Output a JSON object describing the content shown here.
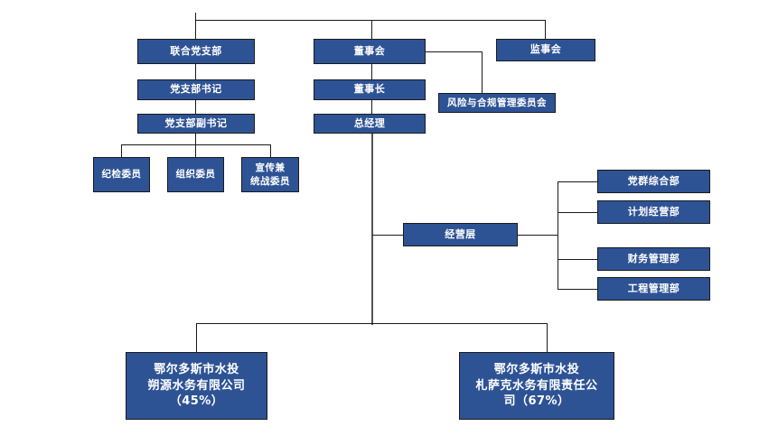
{
  "chart": {
    "title": "Organizational Structure Chart",
    "colors": {
      "node_fill": "#2E5395",
      "node_border": "#1a1a1a",
      "node_text": "#ffffff",
      "connector": "#1a1a1a",
      "background": "#ffffff"
    },
    "nodes": {
      "joint_party_branch": {
        "label": "联合党支部"
      },
      "party_branch_secretary": {
        "label": "党支部书记"
      },
      "party_branch_deputy_secretary": {
        "label": "党支部副书记"
      },
      "discipline_commissioner": {
        "label": "纪检委员"
      },
      "organization_commissioner": {
        "label": "组织委员"
      },
      "propaganda_commissioner": {
        "line1": "宣传兼",
        "line2": "统战委员"
      },
      "board_of_directors": {
        "label": "董事会"
      },
      "chairman": {
        "label": "董事长"
      },
      "general_manager": {
        "label": "总经理"
      },
      "supervisory_board": {
        "label": "监事会"
      },
      "risk_compliance_committee": {
        "label": "风险与合规管理委员会"
      },
      "management_level": {
        "label": "经营层"
      },
      "party_general_dept": {
        "label": "党群综合部"
      },
      "planning_operations_dept": {
        "label": "计划经营部"
      },
      "finance_management_dept": {
        "label": "财务管理部"
      },
      "engineering_management_dept": {
        "label": "工程管理部"
      },
      "subsidiary_suyuan": {
        "line1": "鄂尔多斯市水投",
        "line2": "朔源水务有限公司",
        "line3": "（45%）"
      },
      "subsidiary_zhasake": {
        "line1": "鄂尔多斯市水投",
        "line2": "札萨克水务有限责任公",
        "line3": "司（67%）"
      }
    }
  }
}
